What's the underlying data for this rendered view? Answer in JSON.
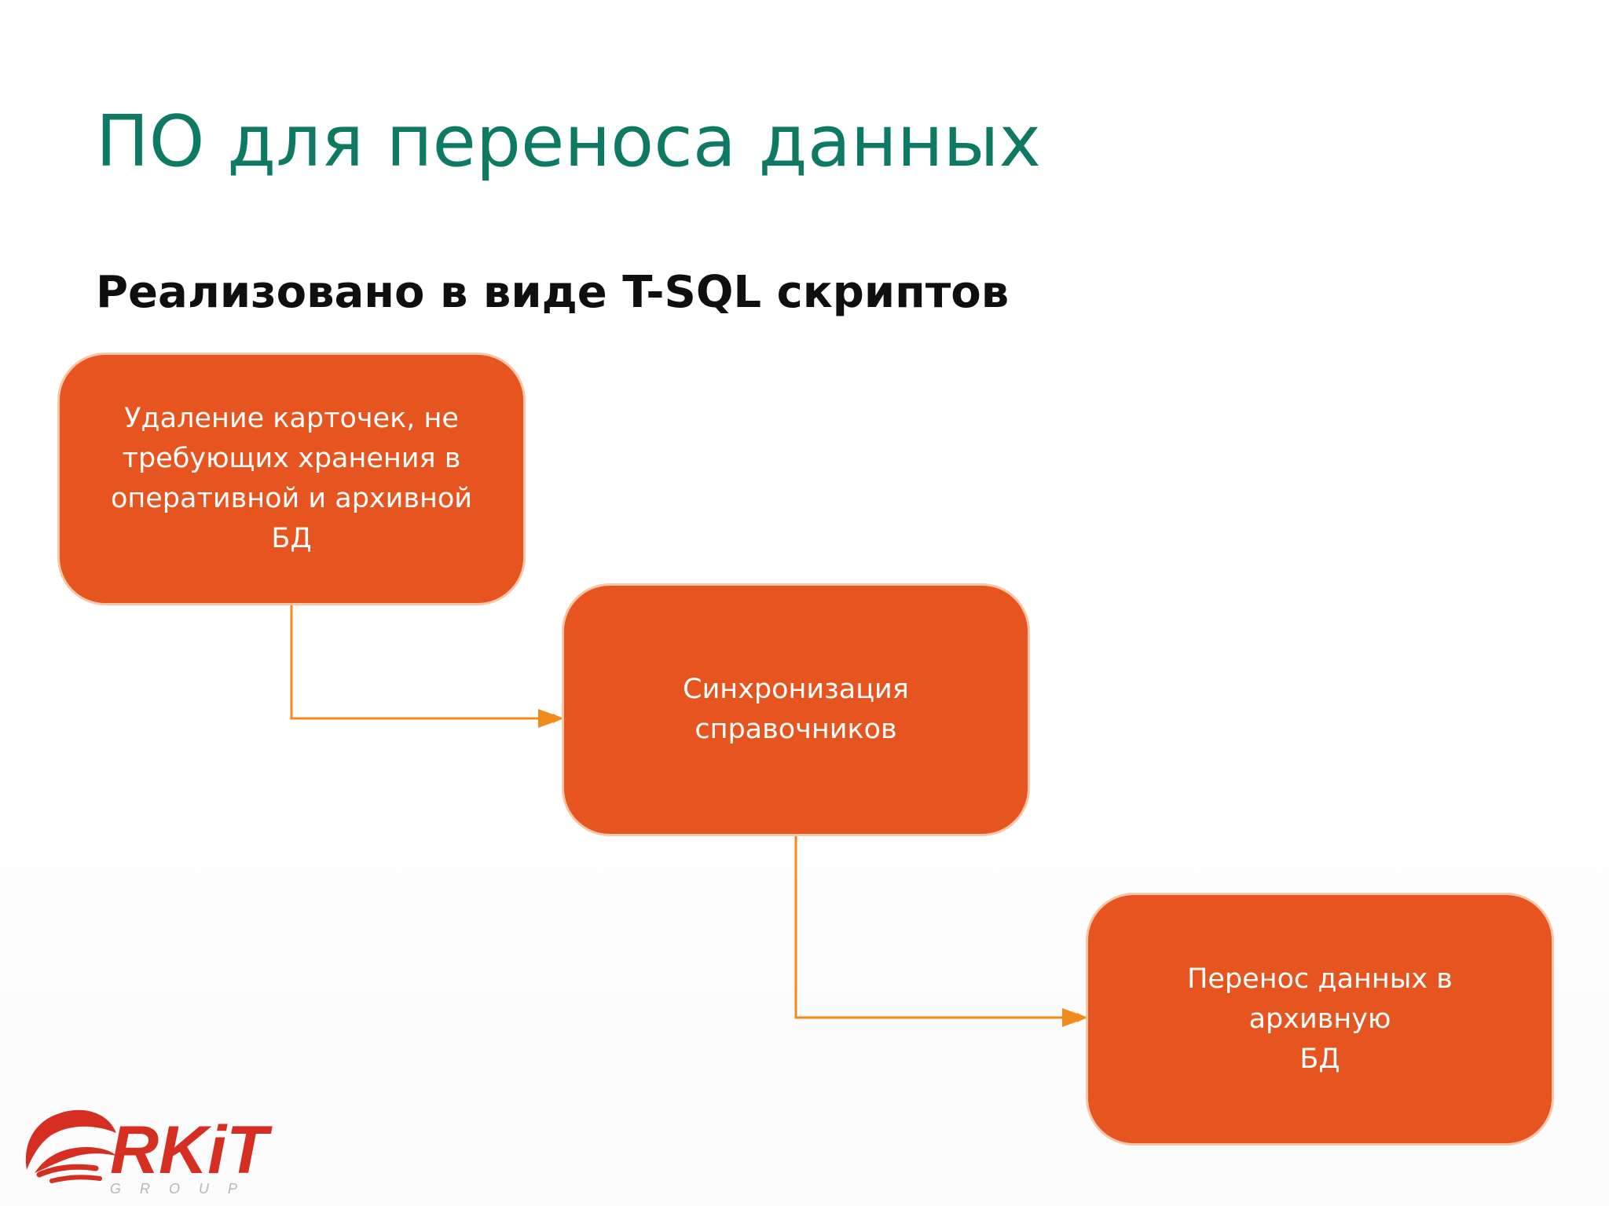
{
  "slide": {
    "title": "ПО для переноса данных",
    "subtitle": "Реализовано в виде T-SQL скриптов"
  },
  "flow": {
    "steps": [
      {
        "label": "Удаление карточек, не\nтребующих хранения в\nоперативной и архивной БД"
      },
      {
        "label": "Синхронизация справочников"
      },
      {
        "label": "Перенос данных в архивную\nБД"
      }
    ]
  },
  "logo": {
    "wordmark": "RKiT",
    "tagline": "GROUP"
  },
  "colors": {
    "title": "#0f7a63",
    "box_fill": "#e65520",
    "connector": "#f28a1d",
    "logo_red": "#d52f22",
    "logo_gray": "#b8b8b8"
  },
  "icons": {
    "connector_arrow": "arrow-right-icon",
    "logo_mark": "swoosh-logo-icon"
  }
}
